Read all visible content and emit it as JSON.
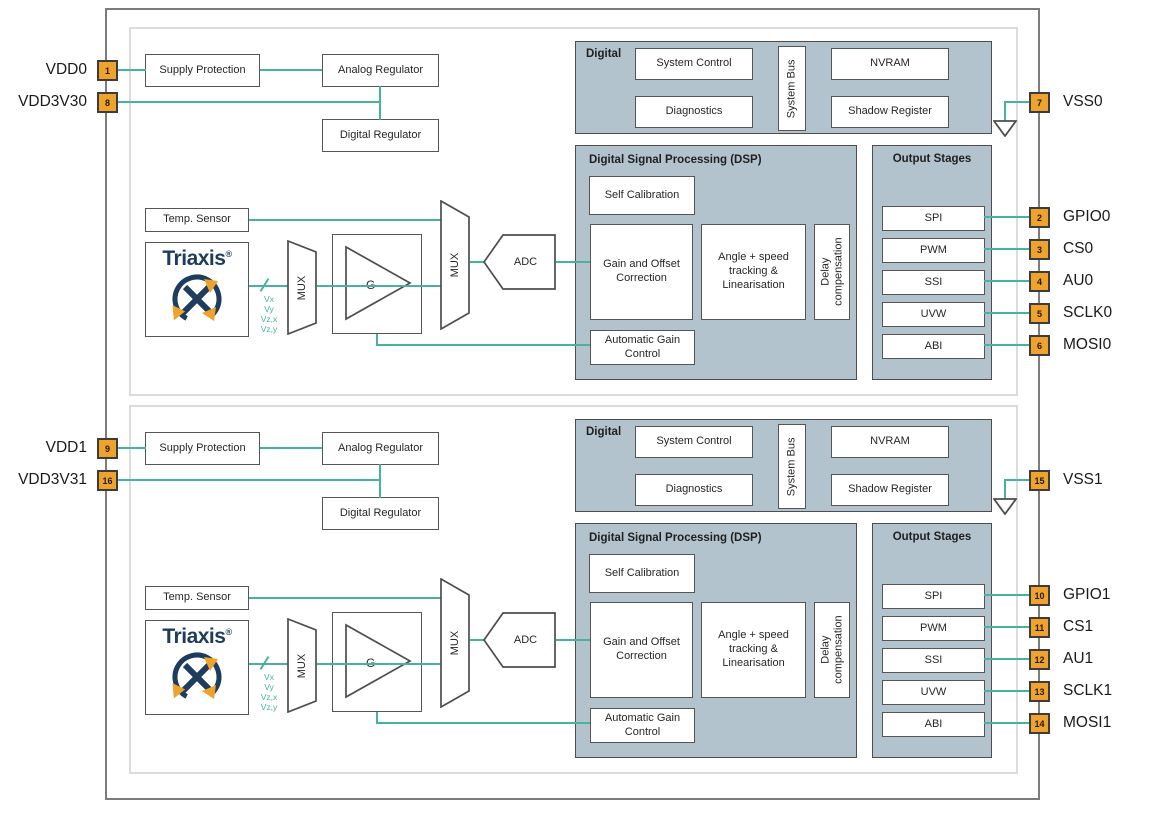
{
  "colors": {
    "wire_teal": "#47b29e",
    "block_bg": "#b3c3cd",
    "pin_orange": "#efa32d",
    "logo_navy": "#1d3c5e",
    "box_border": "#555555",
    "chip_border": "#7d7d7d"
  },
  "icons": {
    "ground": "open-triangle-down-ground-symbol",
    "bus_slash": "diagonal-bus-tick",
    "triaxis_emblem": "circle-with-crossed-arrows",
    "amplifier": "right-pointing-triangle"
  },
  "dies": [
    {
      "left_pins": [
        {
          "num": "1",
          "label": "VDD0"
        },
        {
          "num": "8",
          "label": "VDD3V30"
        }
      ],
      "vss_pin": {
        "num": "7",
        "label": "VSS0"
      },
      "output_pins": [
        {
          "num": "2",
          "label": "GPIO0"
        },
        {
          "num": "3",
          "label": "CS0"
        },
        {
          "num": "4",
          "label": "AU0"
        },
        {
          "num": "5",
          "label": "SCLK0"
        },
        {
          "num": "6",
          "label": "MOSI0"
        }
      ],
      "blocks": {
        "supply_protection": "Supply Protection",
        "analog_regulator": "Analog Regulator",
        "digital_regulator": "Digital Regulator",
        "digital_title": "Digital",
        "system_control": "System Control",
        "diagnostics": "Diagnostics",
        "system_bus": "System Bus",
        "nvram": "NVRAM",
        "shadow_register": "Shadow Register",
        "dsp_title": "Digital Signal Processing (DSP)",
        "self_calibration": "Self Calibration",
        "gain_offset": "Gain and Offset Correction",
        "angle_tracking": "Angle + speed tracking & Linearisation",
        "delay_compensation": "Delay compensation",
        "agc": "Automatic Gain Control",
        "output_stages_title": "Output Stages",
        "output_stage_items": [
          "SPI",
          "PWM",
          "SSI",
          "UVW",
          "ABI"
        ],
        "temp_sensor": "Temp. Sensor",
        "triaxis": "Triaxis",
        "reg_mark": "®",
        "mux": "MUX",
        "gain": "G",
        "adc": "ADC",
        "signals": [
          "Vx",
          "Vy",
          "Vz,x",
          "Vz,y"
        ]
      }
    },
    {
      "left_pins": [
        {
          "num": "9",
          "label": "VDD1"
        },
        {
          "num": "16",
          "label": "VDD3V31"
        }
      ],
      "vss_pin": {
        "num": "15",
        "label": "VSS1"
      },
      "output_pins": [
        {
          "num": "10",
          "label": "GPIO1"
        },
        {
          "num": "11",
          "label": "CS1"
        },
        {
          "num": "12",
          "label": "AU1"
        },
        {
          "num": "13",
          "label": "SCLK1"
        },
        {
          "num": "14",
          "label": "MOSI1"
        }
      ],
      "blocks": {
        "supply_protection": "Supply Protection",
        "analog_regulator": "Analog Regulator",
        "digital_regulator": "Digital Regulator",
        "digital_title": "Digital",
        "system_control": "System Control",
        "diagnostics": "Diagnostics",
        "system_bus": "System Bus",
        "nvram": "NVRAM",
        "shadow_register": "Shadow Register",
        "dsp_title": "Digital Signal Processing (DSP)",
        "self_calibration": "Self Calibration",
        "gain_offset": "Gain and Offset Correction",
        "angle_tracking": "Angle + speed tracking & Linearisation",
        "delay_compensation": "Delay compensation",
        "agc": "Automatic Gain Control",
        "output_stages_title": "Output Stages",
        "output_stage_items": [
          "SPI",
          "PWM",
          "SSI",
          "UVW",
          "ABI"
        ],
        "temp_sensor": "Temp. Sensor",
        "triaxis": "Triaxis",
        "reg_mark": "®",
        "mux": "MUX",
        "gain": "G",
        "adc": "ADC",
        "signals": [
          "Vx",
          "Vy",
          "Vz,x",
          "Vz,y"
        ]
      }
    }
  ]
}
